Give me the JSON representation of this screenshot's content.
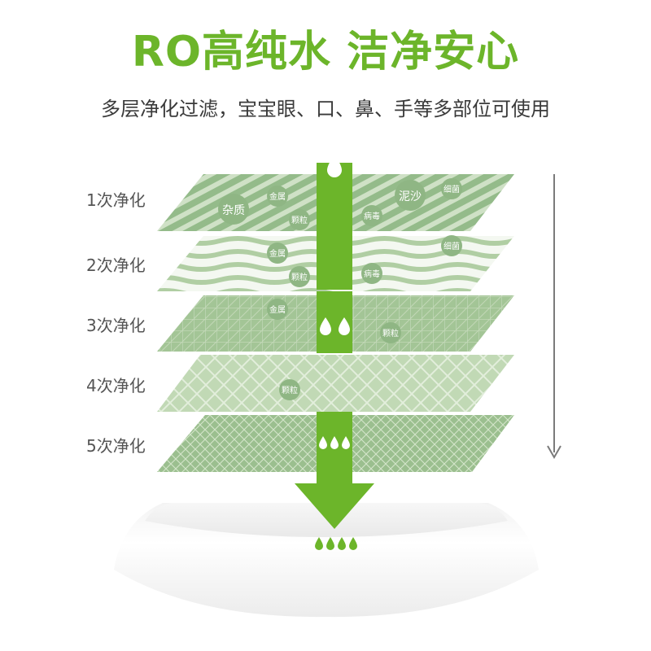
{
  "header": {
    "title": "RO高纯水 洁净安心",
    "subtitle": "多层净化过滤，宝宝眼、口、鼻、手等多部位可使用"
  },
  "stages": [
    {
      "label": "1次净化",
      "tags": [
        "杂质",
        "金属",
        "颗粒",
        "病毒",
        "泥沙",
        "细菌"
      ]
    },
    {
      "label": "2次净化",
      "tags": [
        "金属",
        "颗粒",
        "病毒",
        "细菌"
      ]
    },
    {
      "label": "3次净化",
      "tags": [
        "金属",
        "颗粒"
      ]
    },
    {
      "label": "4次净化",
      "tags": [
        "颗粒"
      ]
    },
    {
      "label": "5次净化",
      "tags": []
    }
  ],
  "colors": {
    "accent": "#6cb52a",
    "layer_dark": "#94bb8a",
    "layer_mid": "#a6c89a",
    "layer_light": "#b9d5ae",
    "tag_fill": "#8fb684",
    "arrow_gray": "#7a7a7a"
  },
  "icons": {
    "flow_arrow": "down-arrow-icon",
    "drops": "water-drop-icon",
    "side_arrow": "down-arrow-icon"
  }
}
